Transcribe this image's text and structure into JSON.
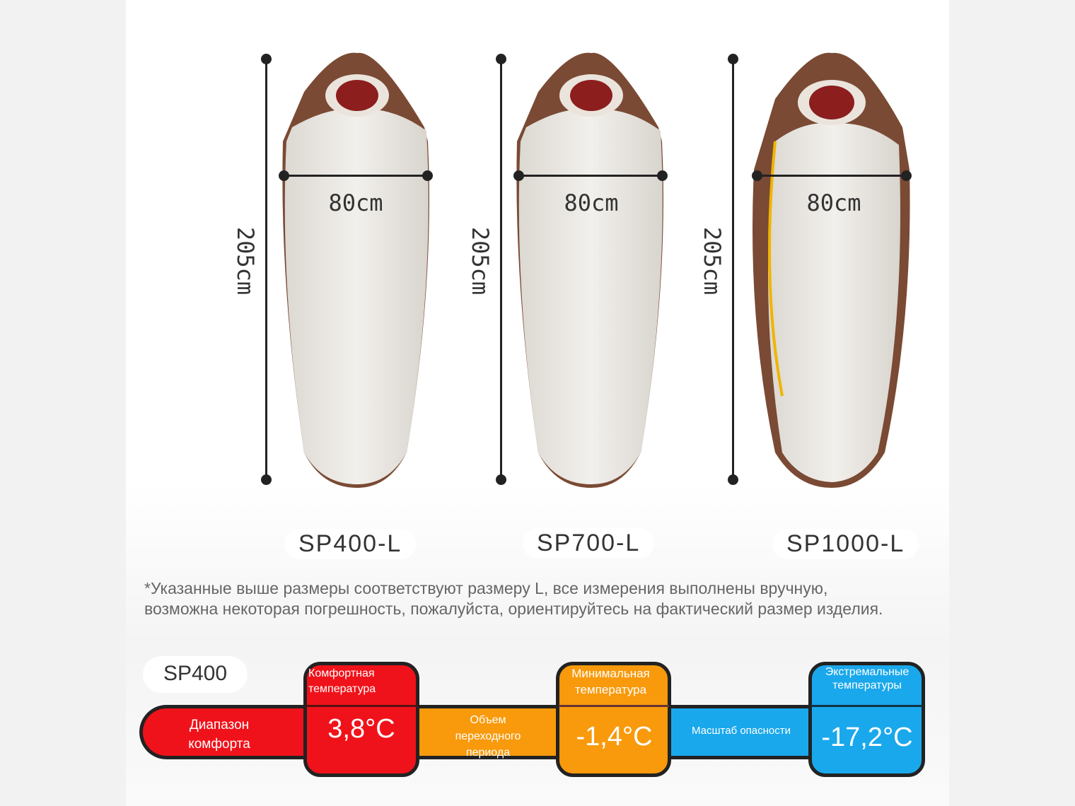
{
  "bags": [
    {
      "model": "SP400-L",
      "width": "80cm",
      "length": "205cm"
    },
    {
      "model": "SP700-L",
      "width": "80cm",
      "length": "205cm"
    },
    {
      "model": "SP1000-L",
      "width": "80cm",
      "length": "205cm"
    }
  ],
  "note": {
    "line1": "*Указанные выше размеры соответствуют размеру L, все измерения выполнены вручную,",
    "line2": "возможна некоторая погрешность, пожалуйста, ориентируйтесь на фактический размер изделия."
  },
  "temp": {
    "model": "SP400",
    "comfort_range": "Диапазон комфорта",
    "comfort_label": "Комфортная температура",
    "comfort_value": "3,8°C",
    "transition": "Объем переходного периода",
    "min_label": "Минимальная температура",
    "min_value": "-1,4°C",
    "danger": "Масштаб опасности",
    "extreme_label": "Экстремальные температуры",
    "extreme_value": "-17,2°C"
  },
  "colors": {
    "red": "#f0121a",
    "orange": "#f89a0c",
    "blue": "#1aa8ec",
    "brown": "#7a4a34",
    "shell": "#ece9e4"
  }
}
